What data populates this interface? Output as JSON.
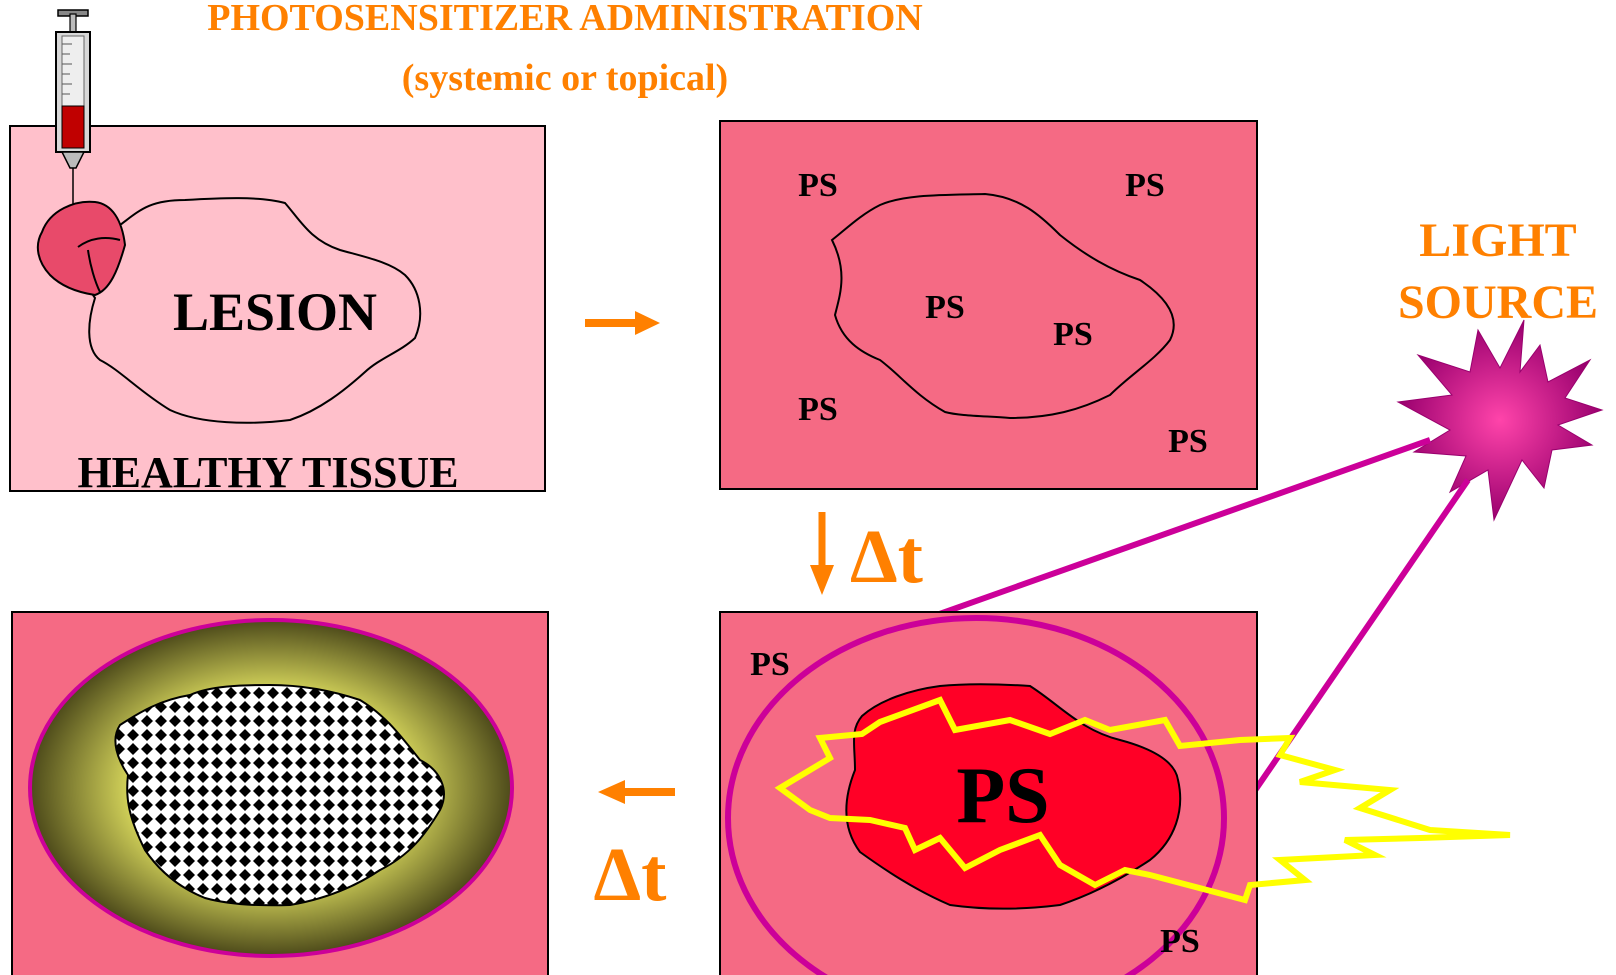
{
  "title": {
    "line1": "PHOTOSENSITIZER ADMINISTRATION",
    "line2": "(systemic or topical)"
  },
  "panel1": {
    "lesion_label": "LESION",
    "tissue_label": "HEALTHY TISSUE"
  },
  "panel2": {
    "ps_labels": [
      "PS",
      "PS",
      "PS",
      "PS",
      "PS",
      "PS"
    ]
  },
  "panel3": {
    "ps_big": "PS",
    "ps_small": [
      "PS",
      "PS"
    ]
  },
  "light_source": {
    "line1": "LIGHT",
    "line2": "SOURCE"
  },
  "delta_t": {
    "down": "Δt",
    "left": "Δt"
  },
  "colors": {
    "orange": "#ff8000",
    "pale_pink": "#ffc0cb",
    "pink": "#f56a84",
    "lesion_red": "#ff0026",
    "magenta": "#cc0099",
    "yellow": "#ffff00",
    "burst_pink": "#ff3399"
  }
}
